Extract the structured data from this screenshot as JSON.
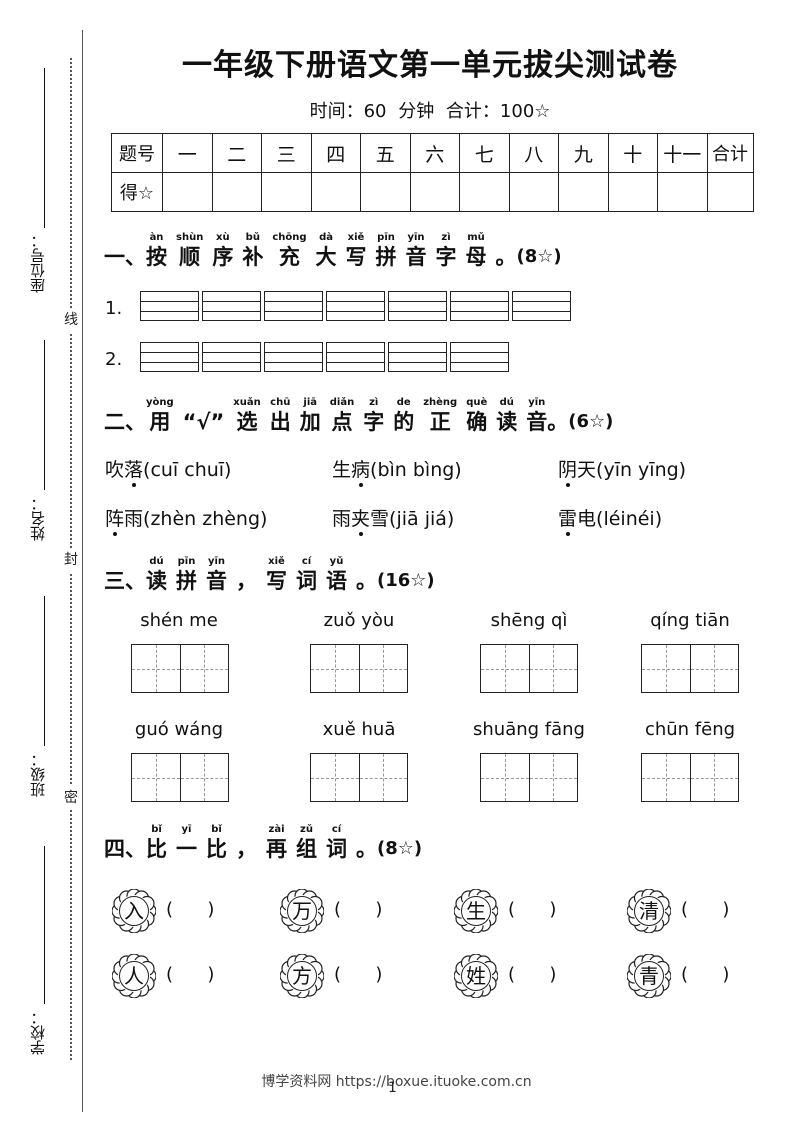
{
  "margin": {
    "fields": [
      {
        "label": "座位号："
      },
      {
        "label": "姓名："
      },
      {
        "label": "班级："
      },
      {
        "label": "学校："
      }
    ],
    "dot_labels": [
      "线",
      "封",
      "密"
    ]
  },
  "header": {
    "title": "一年级下册语文第一单元拔尖测试卷",
    "subtitle": "时间：60 分钟   合计：100☆"
  },
  "score_table": {
    "row_label_1": "题号",
    "row_label_2": "得☆",
    "columns": [
      "一",
      "二",
      "三",
      "四",
      "五",
      "六",
      "七",
      "八",
      "九",
      "十",
      "十一",
      "合计"
    ]
  },
  "section1": {
    "number": "一、",
    "chars": [
      {
        "py": "àn",
        "hz": "按"
      },
      {
        "py": "shùn",
        "hz": "顺"
      },
      {
        "py": "xù",
        "hz": "序"
      },
      {
        "py": "bǔ",
        "hz": "补"
      },
      {
        "py": "chōng",
        "hz": "充"
      },
      {
        "py": "dà",
        "hz": "大"
      },
      {
        "py": "xiě",
        "hz": "写"
      },
      {
        "py": "pīn",
        "hz": "拼"
      },
      {
        "py": "yīn",
        "hz": "音"
      },
      {
        "py": "zì",
        "hz": "字"
      },
      {
        "py": "mǔ",
        "hz": "母"
      }
    ],
    "end": "。",
    "score": "(8☆)",
    "rows": [
      {
        "label": "1."
      },
      {
        "label": "2."
      }
    ]
  },
  "section2": {
    "number": "二、",
    "chars": [
      {
        "py": "yòng",
        "hz": "用"
      },
      {
        "py": "",
        "hz": "“√”"
      },
      {
        "py": "xuǎn",
        "hz": "选"
      },
      {
        "py": "chū",
        "hz": "出"
      },
      {
        "py": "jiā",
        "hz": "加"
      },
      {
        "py": "diǎn",
        "hz": "点"
      },
      {
        "py": "zì",
        "hz": "字"
      },
      {
        "py": "de",
        "hz": "的"
      },
      {
        "py": "zhèng",
        "hz": "正"
      },
      {
        "py": "què",
        "hz": "确"
      },
      {
        "py": "dú",
        "hz": "读"
      },
      {
        "py": "yīn",
        "hz": "音"
      }
    ],
    "end": "。",
    "score": "(6☆)",
    "items": [
      {
        "pre": "吹",
        "dot": "落",
        "post": "",
        "opts": "(cuī chuī)"
      },
      {
        "pre": "生",
        "dot": "病",
        "post": "",
        "opts": "(bìn bìng)"
      },
      {
        "pre": "",
        "dot": "阴",
        "post": "天",
        "opts": "(yīn yīng)"
      },
      {
        "pre": "",
        "dot": "阵",
        "post": "雨",
        "opts": "(zhèn zhèng)"
      },
      {
        "pre": "雨",
        "dot": "夹",
        "post": "雪",
        "opts": "(jiā jiá)"
      },
      {
        "pre": "",
        "dot": "雷",
        "post": "电",
        "opts": "(léinéi)"
      }
    ]
  },
  "section3": {
    "number": "三、",
    "chars": [
      {
        "py": "dú",
        "hz": "读"
      },
      {
        "py": "pīn",
        "hz": "拼"
      },
      {
        "py": "yīn",
        "hz": "音"
      },
      {
        "py": "",
        "hz": "，"
      },
      {
        "py": "xiě",
        "hz": "写"
      },
      {
        "py": "cí",
        "hz": "词"
      },
      {
        "py": "yǔ",
        "hz": "语"
      }
    ],
    "end": "。",
    "score": "(16☆)",
    "words": [
      "shén me",
      "zuǒ yòu",
      "shēng qì",
      "qíng tiān",
      "guó wáng",
      "xuě huā",
      "shuāng fāng",
      "chūn fēng"
    ]
  },
  "section4": {
    "number": "四、",
    "chars": [
      {
        "py": "bǐ",
        "hz": "比"
      },
      {
        "py": "yī",
        "hz": "一"
      },
      {
        "py": "bǐ",
        "hz": "比"
      },
      {
        "py": "",
        "hz": "，"
      },
      {
        "py": "zài",
        "hz": "再"
      },
      {
        "py": "zǔ",
        "hz": "组"
      },
      {
        "py": "cí",
        "hz": "词"
      }
    ],
    "end": "。",
    "score": "(8☆)",
    "chars_row1": [
      "入",
      "万",
      "生",
      "清"
    ],
    "chars_row2": [
      "人",
      "方",
      "姓",
      "青"
    ],
    "paren": "(      )"
  },
  "footer": {
    "text": "博学资料网 https://boxue.ituoke.com.cn",
    "page": "1"
  }
}
